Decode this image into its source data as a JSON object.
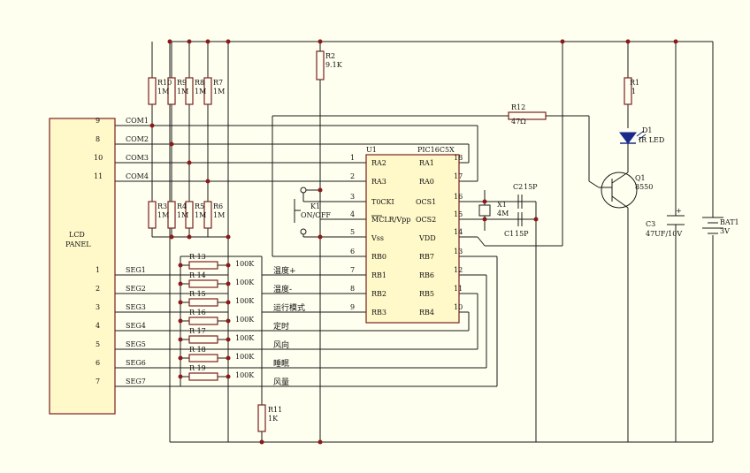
{
  "lcd": {
    "label_line1": "LCD",
    "label_line2": "PANEL",
    "com_pins": [
      {
        "pin": "9",
        "net": "COM1"
      },
      {
        "pin": "8",
        "net": "COM2"
      },
      {
        "pin": "10",
        "net": "COM3"
      },
      {
        "pin": "11",
        "net": "COM4"
      }
    ],
    "seg_pins": [
      {
        "pin": "1",
        "net": "SEG1"
      },
      {
        "pin": "2",
        "net": "SEG2"
      },
      {
        "pin": "3",
        "net": "SEG3"
      },
      {
        "pin": "4",
        "net": "SEG4"
      },
      {
        "pin": "5",
        "net": "SEG5"
      },
      {
        "pin": "6",
        "net": "SEG6"
      },
      {
        "pin": "7",
        "net": "SEG7"
      }
    ]
  },
  "pullup_resistors": [
    {
      "ref": "R10",
      "value": "1M"
    },
    {
      "ref": "R9",
      "value": "1M"
    },
    {
      "ref": "R8",
      "value": "1M"
    },
    {
      "ref": "R7",
      "value": "1M"
    }
  ],
  "pulldown_resistors": [
    {
      "ref": "R3",
      "value": "1M"
    },
    {
      "ref": "R4",
      "value": "1M"
    },
    {
      "ref": "R5",
      "value": "1M"
    },
    {
      "ref": "R6",
      "value": "1M"
    }
  ],
  "seg_resistors": [
    {
      "ref": "R 13",
      "value": "100K",
      "label": "温度+"
    },
    {
      "ref": "R 14",
      "value": "100K",
      "label": "温度-"
    },
    {
      "ref": "R 15",
      "value": "100K",
      "label": "运行模式"
    },
    {
      "ref": "R 16",
      "value": "100K",
      "label": "定时"
    },
    {
      "ref": "R 17",
      "value": "100K",
      "label": "风向"
    },
    {
      "ref": "R 18",
      "value": "100K",
      "label": "睡眠"
    },
    {
      "ref": "R 19",
      "value": "100K",
      "label": "风量"
    }
  ],
  "r2": {
    "ref": "R2",
    "value": "9.1K"
  },
  "r11": {
    "ref": "R11",
    "value": "1K"
  },
  "r12": {
    "ref": "R12",
    "value": "47Ω"
  },
  "r1": {
    "ref": "R1",
    "value": "1"
  },
  "k1": {
    "ref": "K1",
    "label": "ON/OFF"
  },
  "u1": {
    "ref": "U1",
    "part": "PIC16C5X",
    "left_pins": [
      {
        "num": "1",
        "name": "RA2"
      },
      {
        "num": "2",
        "name": "RA3"
      },
      {
        "num": "3",
        "name": "T0CKI"
      },
      {
        "num": "4",
        "name": "MCLR/Vpp"
      },
      {
        "num": "5",
        "name": "Vss"
      },
      {
        "num": "6",
        "name": "RB0"
      },
      {
        "num": "7",
        "name": "RB1"
      },
      {
        "num": "8",
        "name": "RB2"
      },
      {
        "num": "9",
        "name": "RB3"
      }
    ],
    "right_pins": [
      {
        "num": "18",
        "name": "RA1"
      },
      {
        "num": "17",
        "name": "RA0"
      },
      {
        "num": "16",
        "name": "OCS1"
      },
      {
        "num": "15",
        "name": "OCS2"
      },
      {
        "num": "14",
        "name": "VDD"
      },
      {
        "num": "13",
        "name": "RB7"
      },
      {
        "num": "12",
        "name": "RB6"
      },
      {
        "num": "11",
        "name": "RB5"
      },
      {
        "num": "10",
        "name": "RB4"
      }
    ]
  },
  "x1": {
    "ref": "X1",
    "value": "4M"
  },
  "c2": {
    "ref": "C2",
    "value": "15P"
  },
  "c1": {
    "ref": "C1",
    "value": "15P"
  },
  "d1": {
    "ref": "D1",
    "value": "IR LED"
  },
  "q1": {
    "ref": "Q1",
    "value": "8550"
  },
  "c3": {
    "ref": "C3",
    "value": "47UF/10V"
  },
  "bat1": {
    "ref": "BAT1",
    "value": "3V"
  }
}
